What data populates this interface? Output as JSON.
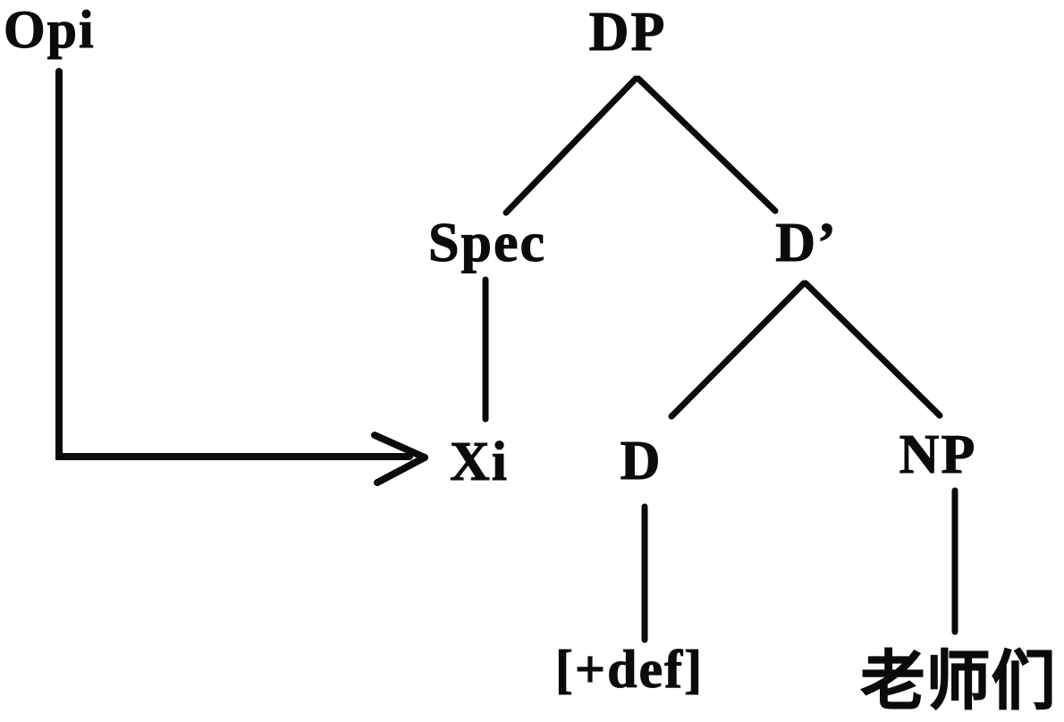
{
  "diagram": {
    "type": "syntax-tree",
    "colors": {
      "background": "#ffffff",
      "ink": "#0b0b0b"
    },
    "nodes": {
      "operator": "Opi",
      "dp": "DP",
      "spec": "Spec",
      "d_bar": "D’",
      "trace": "Xi",
      "d": "D",
      "np": "NP",
      "d_feature": "[+def]",
      "noun": "老师们"
    },
    "edges": [
      {
        "from": "DP",
        "to": "Spec"
      },
      {
        "from": "DP",
        "to": "D’"
      },
      {
        "from": "Spec",
        "to": "Xi"
      },
      {
        "from": "D’",
        "to": "D"
      },
      {
        "from": "D’",
        "to": "NP"
      },
      {
        "from": "D",
        "to": "[+def]"
      },
      {
        "from": "NP",
        "to": "老师们"
      },
      {
        "from": "Opi",
        "to": "Xi",
        "style": "right-angle-arrow"
      }
    ]
  }
}
